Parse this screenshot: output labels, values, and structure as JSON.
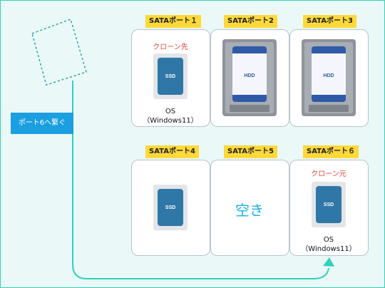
{
  "ports": {
    "p1": {
      "label": "SATAポート１",
      "clone_tag": "クローン先",
      "os": "OS",
      "os_version": "（Windows11）",
      "drive": "SSD"
    },
    "p2": {
      "label": "SATAポート2",
      "drive": "HDD"
    },
    "p3": {
      "label": "SATAポート3",
      "drive": "HDD"
    },
    "p4": {
      "label": "SATAポート4",
      "drive": "SSD"
    },
    "p5": {
      "label": "SATAポート5",
      "status": "空き"
    },
    "p6": {
      "label": "SATAポート６",
      "clone_tag": "クローン元",
      "os": "OS",
      "os_version": "（Windows11）",
      "drive": "SSD"
    }
  },
  "connect_label": "ポート6へ繋ぐ",
  "colors": {
    "background": "#eaf9f7",
    "wire": "#2fd3b8",
    "port_label": "#ffd93a",
    "connect_label": "#1a9fe0",
    "clone_text": "#e2443f",
    "empty_text": "#1bb1e3",
    "ssd": "#2f77a6",
    "hdd_label": "#2f5aa8"
  }
}
